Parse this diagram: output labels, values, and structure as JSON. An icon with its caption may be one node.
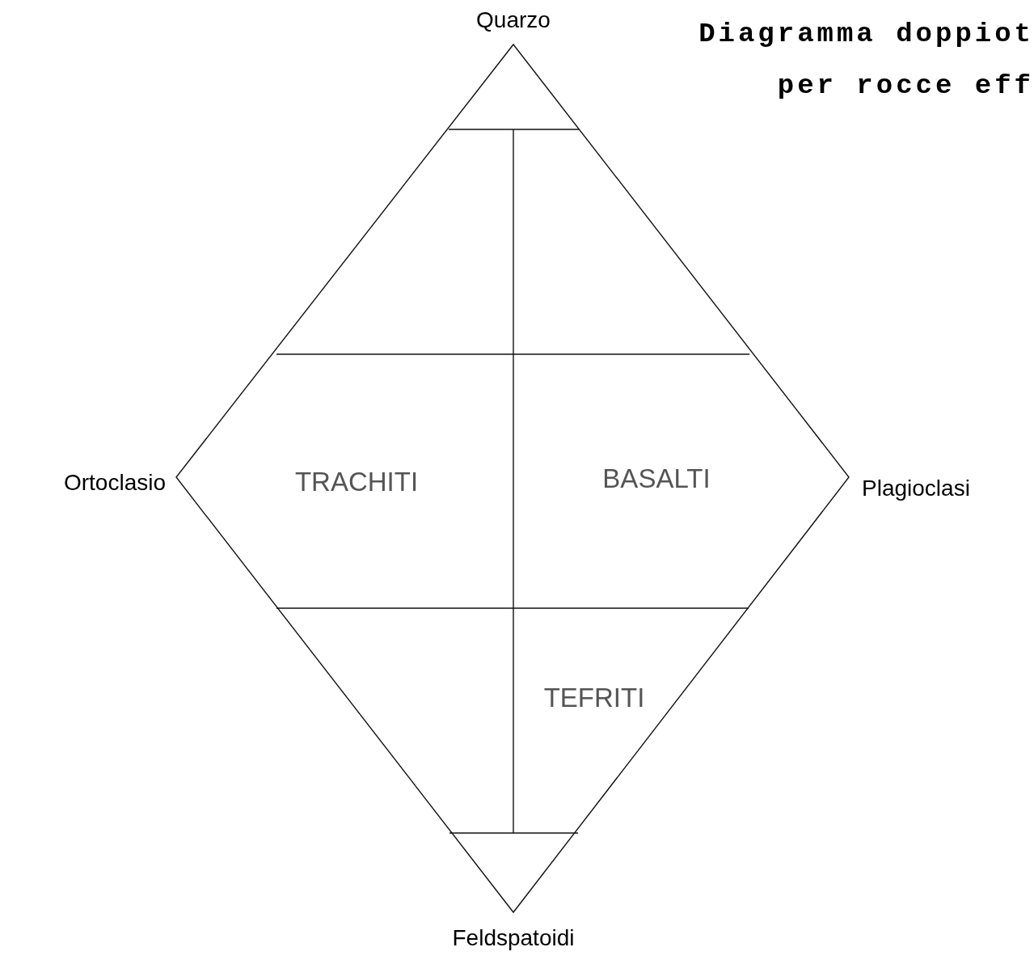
{
  "diagram": {
    "title": "Diagramma doppiot per rocce eff",
    "labels": [
      "Quarzo",
      "Ortoclasio",
      "TRACHITI",
      "BASALTI",
      "Plagioclasi",
      "TEFRITI",
      "Feldspatoidi"
    ]
  }
}
